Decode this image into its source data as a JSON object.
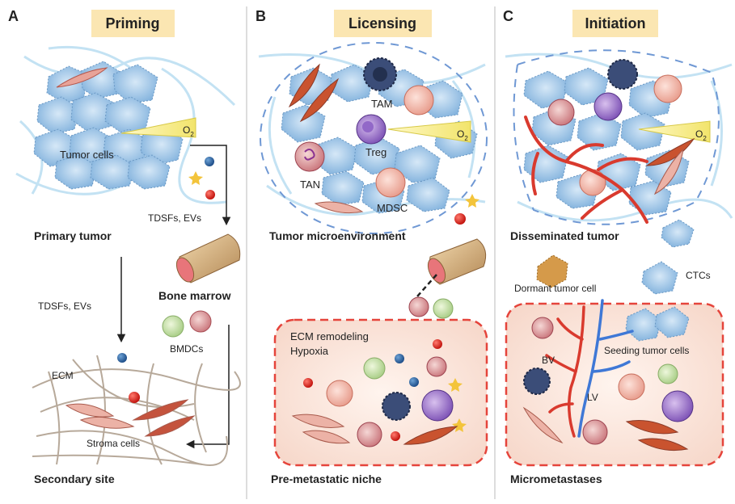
{
  "panels": [
    {
      "letter": "A",
      "title": "Priming"
    },
    {
      "letter": "B",
      "title": "Licensing"
    },
    {
      "letter": "C",
      "title": "Initiation"
    }
  ],
  "colors": {
    "header_bg": "#fbe6b2",
    "tumor": "#a7cbe9",
    "niche_border": "#e5443b",
    "vessel_red": "#d93a2e",
    "vessel_blue": "#3f78d6",
    "oxygen_wedge": "#f7ef8c"
  },
  "labels": {
    "tumor_cells": "Tumor cells",
    "o2": "O",
    "o2_sub": "2",
    "tdsfs_evs_a": "TDSFs, EVs",
    "primary_tumor": "Primary tumor",
    "bone_marrow": "Bone marrow",
    "tdsfs_evs_b": "TDSFs, EVs",
    "bmdcs": "BMDCs",
    "ecm": "ECM",
    "stroma_cells": "Stroma cells",
    "secondary_site": "Secondary site",
    "tam": "TAM",
    "treg": "Treg",
    "tan": "TAN",
    "mdsc": "MDSC",
    "tumor_microenvironment": "Tumor microenvironment",
    "ecm_remodeling": "ECM remodeling",
    "hypoxia": "Hypoxia",
    "pre_metastatic_niche": "Pre-metastatic niche",
    "disseminated_tumor": "Disseminated tumor",
    "dormant_tumor_cell": "Dormant tumor cell",
    "ctcs": "CTCs",
    "seeding_tumor_cells": "Seeding tumor cells",
    "bv": "BV",
    "lv": "LV",
    "micrometastases": "Micrometastases"
  }
}
